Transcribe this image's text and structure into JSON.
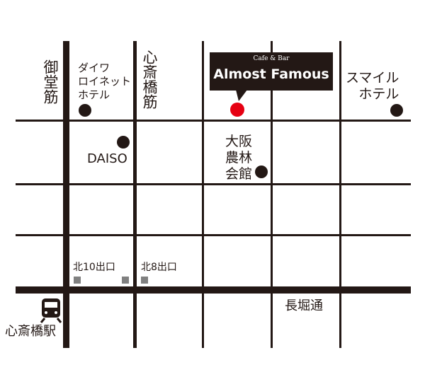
{
  "colors": {
    "road": "#231815",
    "marker": "#e60012",
    "exit_box": "#808080",
    "background": "#ffffff"
  },
  "shop": {
    "subtitle": "Cafe & Bar",
    "name": "Almost Famous"
  },
  "streets": {
    "midosuji": "御堂筋",
    "shinsaibashi_suji": "心斎橋筋",
    "nagahori_dori": "長堀通"
  },
  "landmarks": {
    "daiwa_roynet": "ダイワ\nロイネット\nホテル",
    "smile_hotel": "スマイル\nホテル",
    "daiso": "DAISO",
    "osaka_norin_kaikan": "大阪\n農林\n会館"
  },
  "exits": {
    "north_10": "北10出口",
    "north_8": "北8出口"
  },
  "station": {
    "name": "心斎橋駅",
    "icon": "train-icon"
  }
}
